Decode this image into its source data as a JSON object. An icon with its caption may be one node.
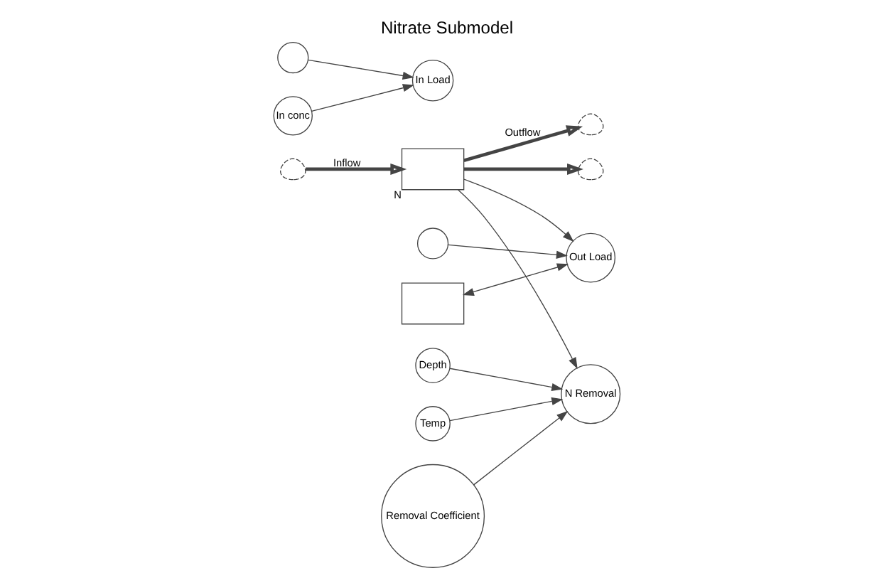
{
  "diagram": {
    "title": "Nitrate Submodel",
    "nodes": [
      {
        "text": [],
        "shape": "cloud"
      },
      {
        "text": [
          "N"
        ]
      },
      {
        "text": [],
        "shape": "cloud"
      },
      {
        "text": [],
        "shape": "cloud"
      },
      {
        "text": [
          "In Load"
        ]
      },
      {
        "text": [],
        "shape": "circle"
      },
      {
        "text": [
          "In conc"
        ]
      },
      {
        "text": [],
        "shape": "circle"
      },
      {
        "text": [
          "Out Load"
        ]
      },
      {
        "text": [],
        "shape": "box"
      },
      {
        "text": [
          "N Removal"
        ]
      },
      {
        "text": [
          "Depth"
        ]
      },
      {
        "text": [
          "Temp"
        ]
      },
      {
        "text": [
          "Removal Coefficient"
        ]
      }
    ],
    "edges": [
      {
        "from": 0,
        "to": 1,
        "arrow": "to",
        "label": "Inflow",
        "style": "thick"
      },
      {
        "from": 1,
        "to": 2,
        "arrow": "to",
        "label": "Outflow",
        "style": "thick"
      },
      {
        "from": 1,
        "to": 3,
        "arrow": "to",
        "style": "thick"
      },
      {
        "from": 5,
        "to": 4,
        "arrow": "to"
      },
      {
        "from": 6,
        "to": 4,
        "arrow": "to"
      },
      {
        "from": 1,
        "to": 8,
        "arrow": "to"
      },
      {
        "from": 7,
        "to": 8,
        "arrow": "to"
      },
      {
        "from": 9,
        "to": 8,
        "arrow": "both"
      },
      {
        "from": 1,
        "to": 10,
        "arrow": "to"
      },
      {
        "from": 11,
        "to": 10,
        "arrow": "to"
      },
      {
        "from": 12,
        "to": 10,
        "arrow": "to"
      },
      {
        "from": 13,
        "to": 10,
        "arrow": "to"
      }
    ]
  }
}
